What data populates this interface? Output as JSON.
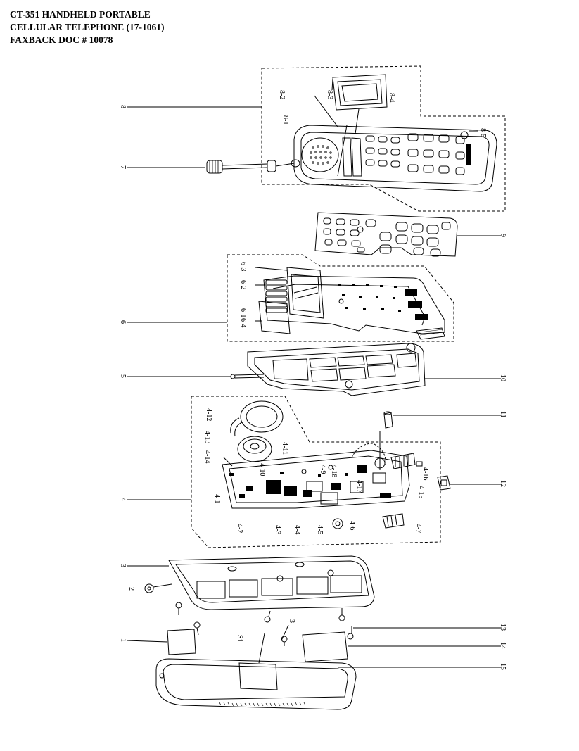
{
  "header": {
    "line1": "CT-351 HANDHELD PORTABLE",
    "line2": "CELLULAR TELEPHONE  (17-1061)",
    "line3": "FAXBACK DOC # 10078"
  },
  "callouts": {
    "c8": "8",
    "c8_1": "8-1",
    "c8_2": "8-2",
    "c8_3": "8-3",
    "c8_4": "8-4",
    "c8_5": "8-5",
    "c7": "7",
    "c9": "9",
    "c6": "6",
    "c6_1": "6-1",
    "c6_2": "6-2",
    "c6_3": "6-3",
    "c6_4": "6-4",
    "c5": "5",
    "c10": "10",
    "c11": "11",
    "c12": "12",
    "c4": "4",
    "c4_1": "4-1",
    "c4_2": "4-2",
    "c4_3": "4-3",
    "c4_4": "4-4",
    "c4_5": "4-5",
    "c4_6": "4-6",
    "c4_7": "4-7",
    "c4_9": "4-9",
    "c4_10": "4-10",
    "c4_11": "4-11",
    "c4_12": "4-12",
    "c4_13": "4-13",
    "c4_14": "4-14",
    "c4_15": "4-15",
    "c4_16": "4-16",
    "c4_17": "4-17",
    "c4_18": "4-18",
    "c3": "3",
    "c2": "2",
    "c1": "1",
    "c13": "13",
    "c14": "14",
    "c15": "15",
    "cS1": "S1",
    "c3b": "3"
  }
}
